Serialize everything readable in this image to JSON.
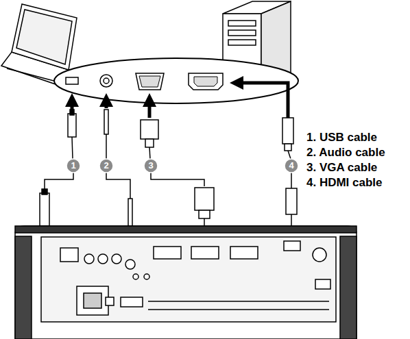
{
  "diagram": {
    "labels": [
      "1. USB cable",
      "2. Audio cable",
      "3. VGA cable",
      "4. HDMI cable",
      "1",
      "2",
      "3",
      "4"
    ]
  }
}
